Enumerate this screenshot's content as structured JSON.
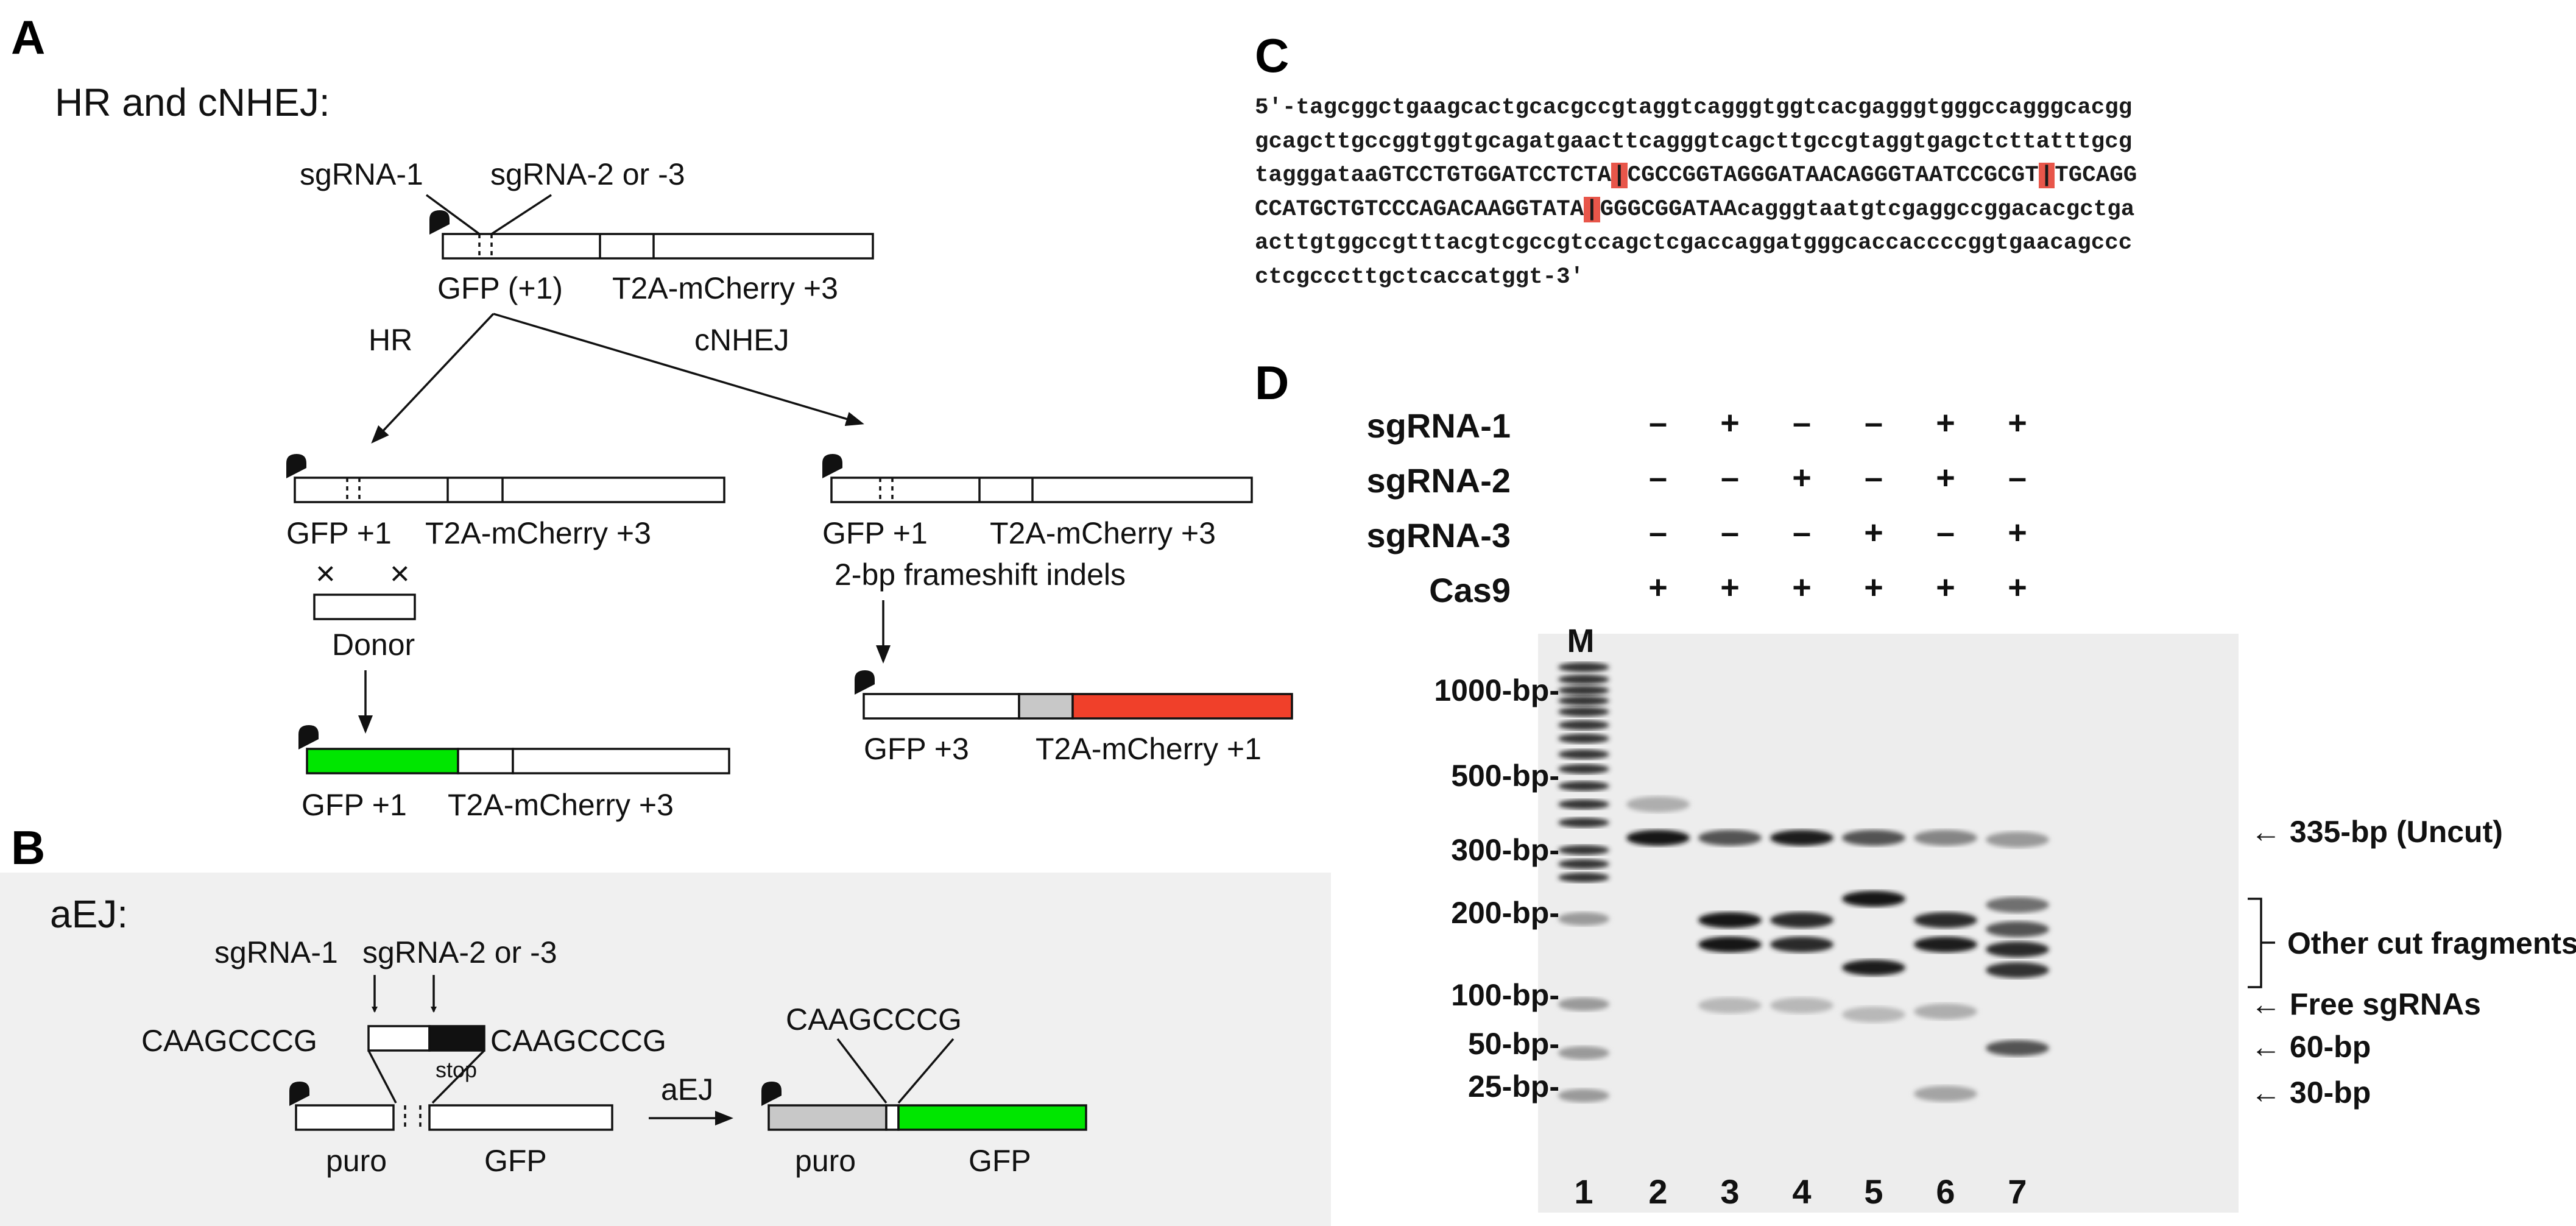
{
  "panels": {
    "a": "A",
    "b": "B",
    "c": "C",
    "d": "D"
  },
  "panel_a": {
    "heading": "HR and cNHEJ:",
    "sgrna1": "sgRNA-1",
    "sgrna23": "sgRNA-2 or -3",
    "gfp_start": "GFP (+1)",
    "t2a_start": "T2A-mCherry +3",
    "hr": "HR",
    "cnhej": "cNHEJ",
    "gfp_hr": "GFP +1",
    "t2a_hr": "T2A-mCherry +3",
    "gfp_nhej": "GFP +1",
    "t2a_nhej": "T2A-mCherry +3",
    "cross": "×",
    "donor": "Donor",
    "indels": "2-bp frameshift indels",
    "gfp_final_hr": "GFP +1",
    "t2a_final_hr": "T2A-mCherry +3",
    "gfp_final_nhej": "GFP +3",
    "t2a_final_nhej": "T2A-mCherry +1",
    "colors": {
      "gfp": "#00e600",
      "mcherry": "#f0402a",
      "grey": "#c8c8c8"
    }
  },
  "panel_b": {
    "heading": "aEJ:",
    "sgrna1": "sgRNA-1",
    "sgrna23": "sgRNA-2 or -3",
    "seq_left": "CAAGCCCG",
    "seq_right": "CAAGCCCG",
    "stop": "stop",
    "puro": "puro",
    "gfp": "GFP",
    "aej": "aEJ",
    "seq_result": "CAAGCCCG",
    "puro_result": "puro",
    "gfp_result": "GFP"
  },
  "panel_c": {
    "line1": "5'-tagcggctgaagcactgcacgccgtaggtcagggtggtcacgagggtgggccagggcacgg",
    "line2": "gcagcttgccggtggtgcagatgaacttcagggtcagcttgccgtaggtgagctcttatttgcg",
    "line3_a": "tagggataaGTCCTGTGGATCCTCTA",
    "line3_b": "CGCCGGTAGGGATAACAGGGTAATCCGCGT",
    "line3_c": "TGCAGG",
    "line4_a": "CCATGCTGTCCCAGACAAGGTATA",
    "line4_b": "GGGCGGATAAcagggtaatgtcgaggccggacacgctga",
    "line5": "acttgtggccgtttacgtcgccgtccagctcgaccaggatgggcaccaccccggtgaacagccc",
    "line6": "ctcgcccttgctcaccatggt-3'",
    "cut_mark": "|"
  },
  "panel_d": {
    "rows": [
      {
        "label": "sgRNA-1",
        "signs": [
          "–",
          "+",
          "–",
          "–",
          "+",
          "+"
        ]
      },
      {
        "label": "sgRNA-2",
        "signs": [
          "–",
          "–",
          "+",
          "–",
          "+",
          "–"
        ]
      },
      {
        "label": "sgRNA-3",
        "signs": [
          "–",
          "–",
          "–",
          "+",
          "–",
          "+"
        ]
      },
      {
        "label": "Cas9",
        "signs": [
          "+",
          "+",
          "+",
          "+",
          "+",
          "+"
        ]
      }
    ],
    "marker": "M",
    "size_labels": [
      "1000-bp-",
      "500-bp-",
      "300-bp-",
      "200-bp-",
      "100-bp-",
      "50-bp-",
      "25-bp-"
    ],
    "annotations": [
      "← 335-bp (Uncut)",
      "Other cut fragments",
      "← Free sgRNAs",
      "← 60-bp",
      "← 30-bp"
    ],
    "lane_numbers": [
      "1",
      "2",
      "3",
      "4",
      "5",
      "6",
      "7"
    ]
  }
}
